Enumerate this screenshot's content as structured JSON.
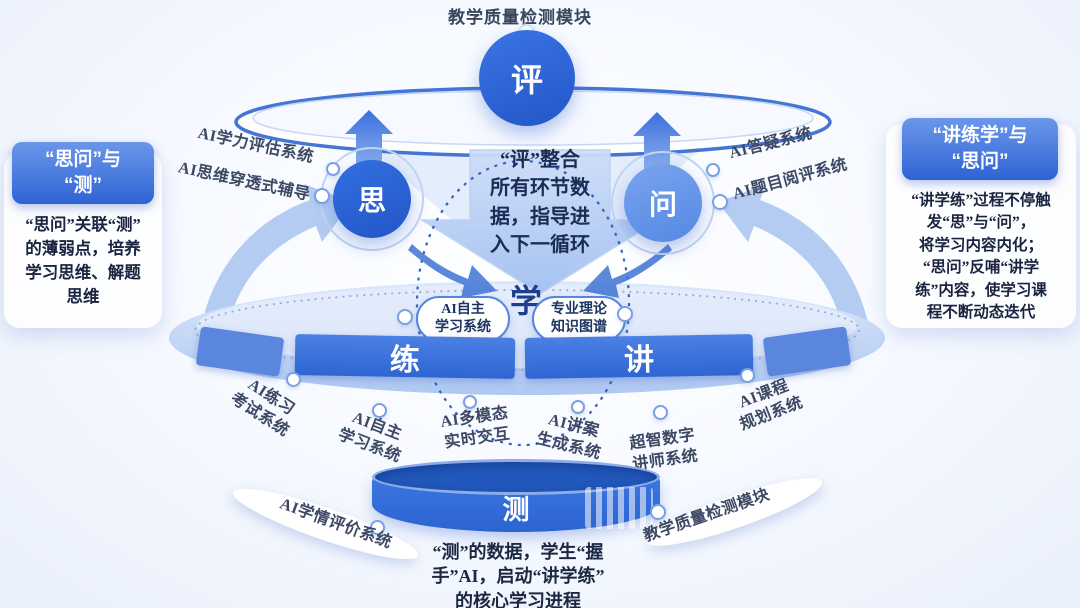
{
  "colors": {
    "primary_blue": "#2b63d8",
    "light_blue": "#6092e8",
    "band_blue": "#3571dc",
    "band_side_blue": "#5b86de",
    "pale_arrow_blue": "#aec8f1",
    "navy_text": "#1b2a4e",
    "label_gray": "#3d4964",
    "header_gradient_start": "#6b97ea",
    "header_gradient_end": "#2e63d4"
  },
  "top": {
    "module_label": "教学质量检测模块",
    "eval_circle": "评"
  },
  "center": {
    "cycle_text": "“评”整合\n所有环节数\n据，指导进\n入下一循环"
  },
  "left_side": {
    "think_circle": "思",
    "labels": [
      "AI学力评估系统",
      "AI思维穿透式辅导"
    ]
  },
  "right_side": {
    "ask_circle": "问",
    "labels": [
      "AI答疑系统",
      "AI题目阅评系统"
    ]
  },
  "left_box": {
    "title": "“思问”与\n“测”",
    "body": "“思问”关联“测”\n的薄弱点，培养\n学习思维、解题\n思维"
  },
  "right_box": {
    "title": "“讲练学”与\n“思问”",
    "body": "“讲学练”过程不停触\n发“思”与“问”，\n将学习内容内化；\n“思问”反哺“讲学\n练”内容，使学习课\n程不断动态迭代"
  },
  "middle": {
    "learn_char": "学",
    "practice_char": "练",
    "lecture_char": "讲",
    "pills": [
      "AI自主\n学习系统",
      "专业理论\n知识图谱"
    ]
  },
  "bottom_labels": [
    "AI练习\n考试系统",
    "AI自主\n学习系统",
    "AI多模态\n实时交互",
    "AI讲案\n生成系统",
    "超智数字\n讲师系统",
    "AI课程\n规划系统"
  ],
  "bottom": {
    "test_char": "测",
    "left_label": "AI学情评价系统",
    "right_label": "教学质量检测模块",
    "caption": "“测”的数据，学生“握\n手”AI，启动“讲学练”\n的核心学习进程"
  }
}
